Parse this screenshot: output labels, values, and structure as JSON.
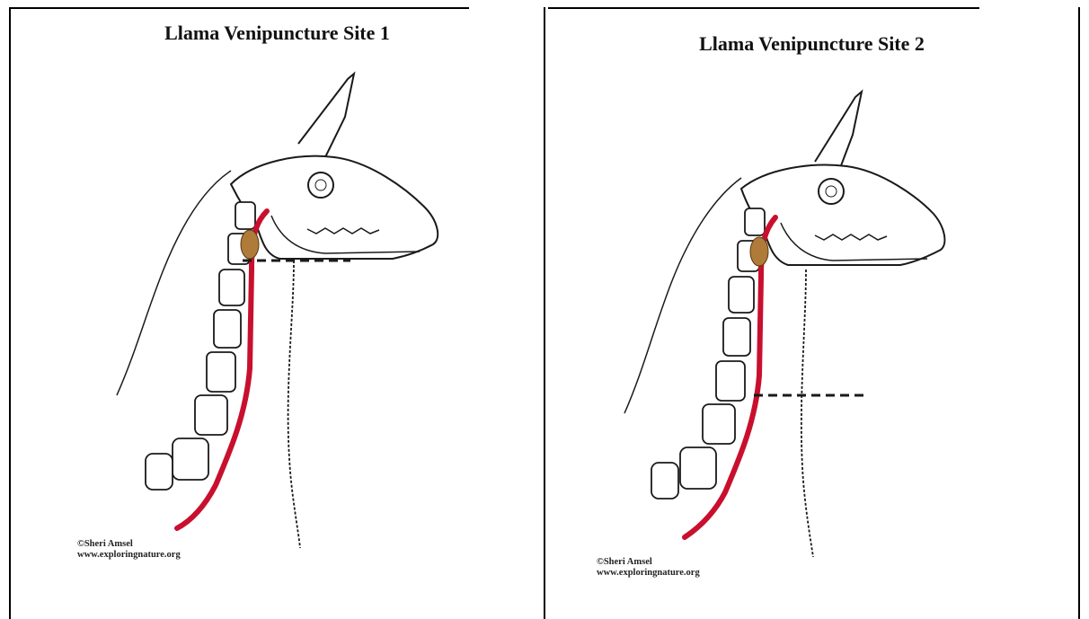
{
  "panels": [
    {
      "title": "Llama Venipuncture Site 1",
      "credit_line1": "©Sheri Amsel",
      "credit_line2": "www.exploringnature.org",
      "site": "upper"
    },
    {
      "title": "Llama Venipuncture Site 2",
      "credit_line1": "©Sheri Amsel",
      "credit_line2": "www.exploringnature.org",
      "site": "lower"
    }
  ],
  "colors": {
    "vein": "#c8102e",
    "gland": "#b07a38",
    "line": "#1a1a1a"
  }
}
